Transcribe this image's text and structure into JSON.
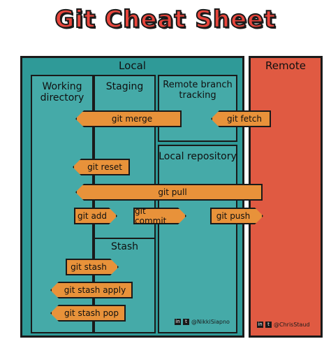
{
  "title": "Git Cheat Sheet",
  "areas": {
    "local": "Local",
    "remote": "Remote",
    "working_directory": "Working directory",
    "staging": "Staging",
    "remote_branch_tracking": "Remote branch tracking",
    "local_repository": "Local repository",
    "stash": "Stash"
  },
  "commands": {
    "merge": "git merge",
    "fetch": "git fetch",
    "reset": "git reset",
    "pull": "git pull",
    "add": "git add",
    "commit": "git commit",
    "push": "git push",
    "stash": "git stash",
    "stash_apply": "git stash apply",
    "stash_pop": "git stash pop"
  },
  "credits": {
    "local": "@NikkiSiapno",
    "remote": "@ChrisStaud"
  },
  "colors": {
    "title": "#e8453c",
    "local_panel": "#2f9a98",
    "remote_panel": "#e05a42",
    "inner_box": "#45aaa8",
    "arrow": "#e8923a"
  },
  "icons": [
    "linkedin-icon",
    "twitter-icon"
  ]
}
